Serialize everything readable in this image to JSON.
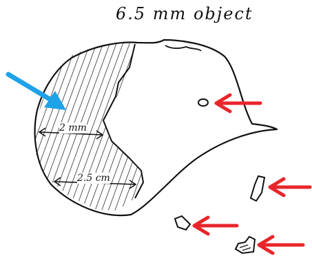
{
  "title": "6.5 mm object",
  "measurements": [
    {
      "label": "2 mm"
    },
    {
      "label": "2.5 cm"
    }
  ],
  "colors": {
    "ink": "#111111",
    "pointer_blue": "#1fa2e8",
    "pointer_red": "#e8262a"
  }
}
